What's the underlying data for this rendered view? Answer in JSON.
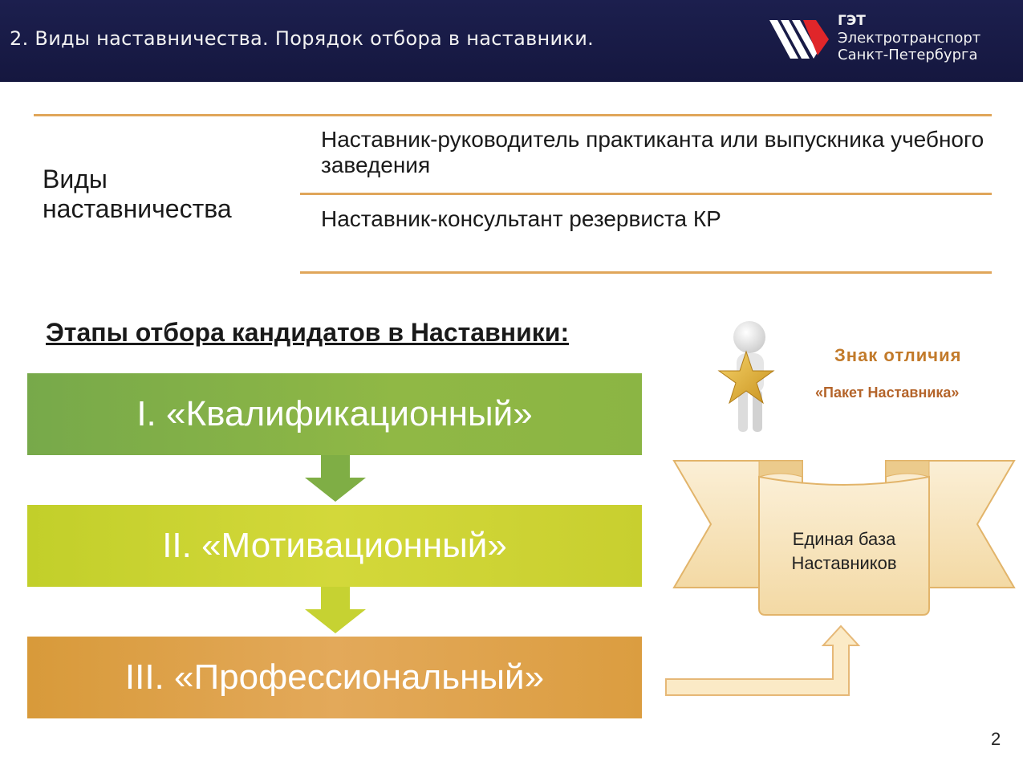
{
  "header": {
    "title": "2. Виды наставничества. Порядок отбора в наставники.",
    "logo": {
      "line1": "ГЭТ",
      "line2": "Электротранспорт",
      "line3": "Санкт-Петербурга",
      "icon": "get-logo-stripes"
    }
  },
  "mentorship_types": {
    "label_line1": "Виды",
    "label_line2": "наставничества",
    "items": [
      "Наставник-руководитель практиканта или выпускника учебного заведения",
      "Наставник-консультант резервиста КР"
    ]
  },
  "stages": {
    "title": "Этапы отбора кандидатов в Наставники:",
    "items": [
      "I. «Квалификационный»",
      "II. «Мотивационный»",
      "III. «Профессиональный»"
    ]
  },
  "badge": {
    "title": "Знак отличия",
    "subtitle": "«Пакет Наставника»",
    "icon": "person-with-star"
  },
  "database": {
    "line1": "Единая база",
    "line2": "Наставников"
  },
  "page_number": "2",
  "colors": {
    "header_bg": "#1c1f4e",
    "divider": "#e0a65a",
    "stage1": "#86b248",
    "stage2": "#cdd535",
    "stage3": "#e0a550",
    "banner": "#f7e3b8",
    "badge_text": "#c27a2a"
  }
}
